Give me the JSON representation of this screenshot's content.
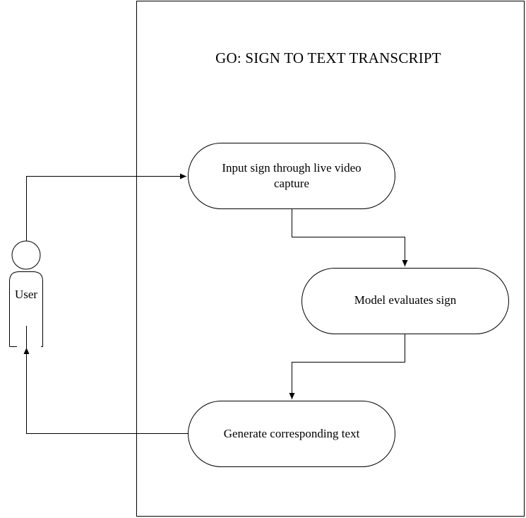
{
  "diagram": {
    "title": "GO: SIGN TO TEXT TRANSCRIPT",
    "actor": {
      "label": "User"
    },
    "nodes": [
      {
        "id": "input",
        "label": "Input sign through live video capture"
      },
      {
        "id": "evaluate",
        "label": "Model evaluates sign"
      },
      {
        "id": "generate",
        "label": "Generate corresponding text"
      }
    ],
    "colors": {
      "stroke": "#000000",
      "background": "#ffffff"
    }
  }
}
